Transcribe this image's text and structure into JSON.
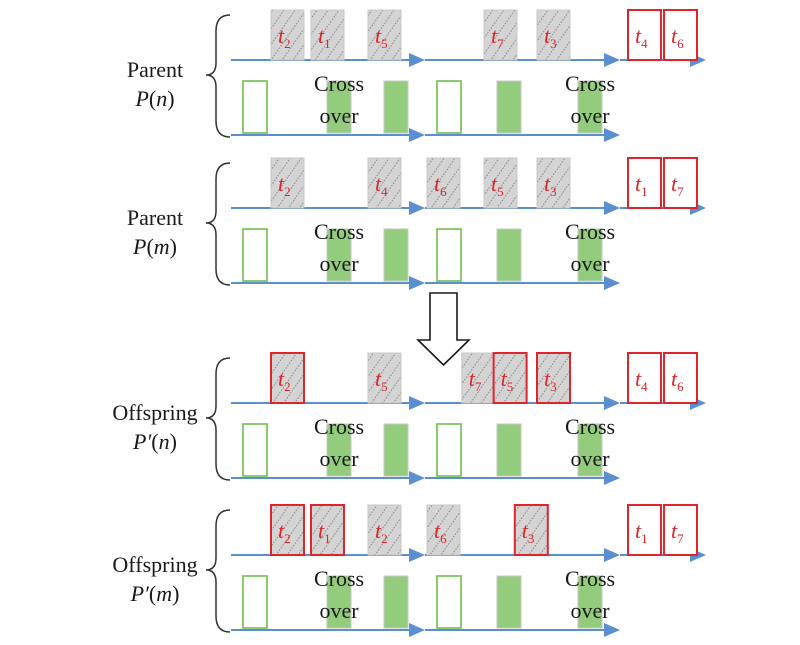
{
  "title": "Crossover operation between parent chromosomes producing offspring",
  "colors": {
    "axis": "#5b8fd0",
    "task_gray_fill": "#d4d4d4",
    "task_gray_stroke": "#c8c8c8",
    "task_red": "#e0242b",
    "gene_green_fill": "#92cc7c",
    "gene_green_stroke": "#6fbf4c",
    "text": "#1a1a1a"
  },
  "transition_arrow": {
    "icon": "down-arrow-outline"
  },
  "crossover_label": {
    "line1": "Cross",
    "line2": "over"
  },
  "rows": [
    {
      "id": "parent-n",
      "label_line1": "Parent",
      "label_line2_main": "P",
      "label_line2_arg": "(n)",
      "tasks": [
        {
          "var": "t",
          "sub": "2",
          "style": "gray",
          "slot": 0
        },
        {
          "var": "t",
          "sub": "1",
          "style": "gray",
          "slot": 1
        },
        {
          "var": "t",
          "sub": "5",
          "style": "gray",
          "slot": 2
        },
        {
          "var": "t",
          "sub": "7",
          "style": "gray",
          "slot": 4
        },
        {
          "var": "t",
          "sub": "3",
          "style": "gray",
          "slot": 5
        }
      ],
      "extra_tasks": [
        {
          "var": "t",
          "sub": "4",
          "style": "red"
        },
        {
          "var": "t",
          "sub": "6",
          "style": "red"
        }
      ]
    },
    {
      "id": "parent-m",
      "label_line1": "Parent",
      "label_line2_main": "P",
      "label_line2_arg": "(m)",
      "tasks": [
        {
          "var": "t",
          "sub": "2",
          "style": "gray",
          "slot": 0
        },
        {
          "var": "t",
          "sub": "4",
          "style": "gray",
          "slot": 2
        },
        {
          "var": "t",
          "sub": "6",
          "style": "gray",
          "slot": 3
        },
        {
          "var": "t",
          "sub": "5",
          "style": "gray",
          "slot": 4
        },
        {
          "var": "t",
          "sub": "3",
          "style": "gray",
          "slot": 5
        }
      ],
      "extra_tasks": [
        {
          "var": "t",
          "sub": "1",
          "style": "red"
        },
        {
          "var": "t",
          "sub": "7",
          "style": "red"
        }
      ]
    },
    {
      "id": "offspring-n",
      "label_line1": "Offspring",
      "label_line2_main": "P′",
      "label_line2_arg": "(n)",
      "tasks": [
        {
          "var": "t",
          "sub": "2",
          "style": "gray-red",
          "slot": 0
        },
        {
          "var": "t",
          "sub": "5",
          "style": "gray",
          "slot": 2
        },
        {
          "var": "t",
          "sub": "7",
          "style": "gray",
          "slot": 3.6
        },
        {
          "var": "t",
          "sub": "5",
          "style": "gray-red",
          "slot": 4.2
        },
        {
          "var": "t",
          "sub": "3",
          "style": "gray-red",
          "slot": 5
        }
      ],
      "extra_tasks": [
        {
          "var": "t",
          "sub": "4",
          "style": "red"
        },
        {
          "var": "t",
          "sub": "6",
          "style": "red"
        }
      ]
    },
    {
      "id": "offspring-m",
      "label_line1": "Offspring",
      "label_line2_main": "P′",
      "label_line2_arg": "(m)",
      "tasks": [
        {
          "var": "t",
          "sub": "2",
          "style": "gray-red",
          "slot": 0
        },
        {
          "var": "t",
          "sub": "1",
          "style": "gray-red",
          "slot": 1
        },
        {
          "var": "t",
          "sub": "2",
          "style": "gray",
          "slot": 2
        },
        {
          "var": "t",
          "sub": "6",
          "style": "gray",
          "slot": 3
        },
        {
          "var": "t",
          "sub": "3",
          "style": "gray-red",
          "slot": 4.6
        }
      ],
      "extra_tasks": [
        {
          "var": "t",
          "sub": "1",
          "style": "red"
        },
        {
          "var": "t",
          "sub": "7",
          "style": "red"
        }
      ]
    }
  ],
  "genes": [
    {
      "style": "outline"
    },
    {
      "style": "filled-crossover"
    },
    {
      "style": "filled"
    },
    {
      "style": "outline"
    },
    {
      "style": "filled"
    },
    {
      "style": "filled-crossover"
    }
  ]
}
